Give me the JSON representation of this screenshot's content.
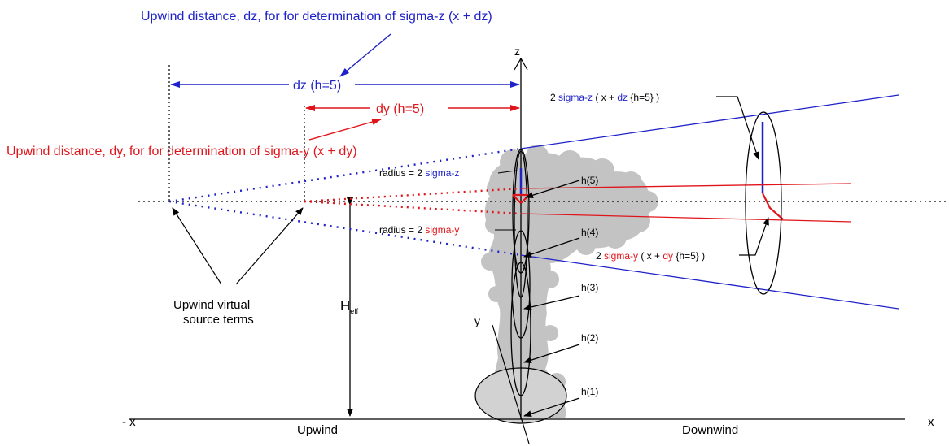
{
  "colors": {
    "blue": "#1f22c8",
    "red": "#e0151b",
    "black": "#000000",
    "plume": "#c3c3c3",
    "ellipse_fill": "#d2d2d2"
  },
  "labels": {
    "title_dz": "Upwind distance, dz, for for determination of sigma-z (x + dz)",
    "title_dy": "Upwind distance, dy, for for determination of  sigma-y (x + dy)",
    "dz_label": "dz (h=5)",
    "dy_label": "dy (h=5)",
    "z_axis": "z",
    "y_axis": "y",
    "x_pos": "x",
    "x_neg": "- x",
    "upwind": "Upwind",
    "downwind": "Downwind",
    "virtual_source": [
      "Upwind virtual",
      "source terms"
    ],
    "heff_main": "H",
    "heff_sub": "eff",
    "radius_prefix": "radius = 2 ",
    "radius_z": "sigma-z",
    "radius_y": "sigma-y",
    "h5": "h(5)",
    "h4": "h(4)",
    "h3": "h(3)",
    "h2": "h(2)",
    "h1": "h(1)",
    "sigz_pre": "2 ",
    "sigz_mid": "sigma-z",
    "sigz_open": " ( x + ",
    "sigz_dz": "dz",
    "sigz_tail": " {h=5} )",
    "sigy_pre": "2 ",
    "sigy_mid": "sigma-y",
    "sigy_open": " ( x + ",
    "sigy_dy": "dy",
    "sigy_tail": " {h=5} )"
  }
}
